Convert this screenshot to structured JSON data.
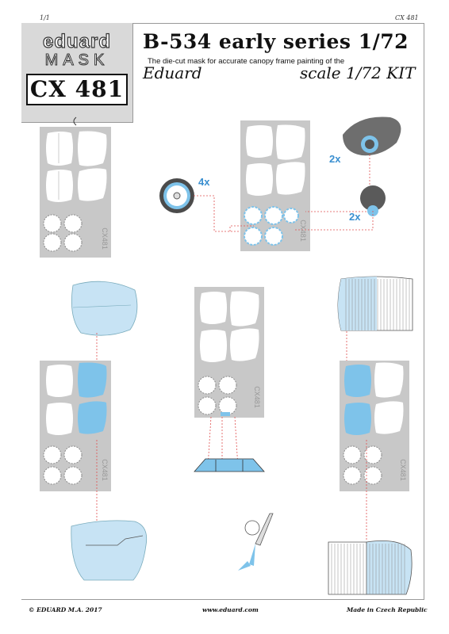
{
  "header": {
    "page_number": "1/1",
    "product_code_top": "CX 481",
    "brand": "eduard",
    "brand_line": "MASK",
    "product_code": "CX 481",
    "title": "B-534 early series  1/72",
    "subtitle": "The die-cut mask for accurate canopy frame painting of the",
    "kit_maker": "Eduard",
    "kit_scale": "scale 1/72 KIT"
  },
  "sheet_labels": {
    "code_on_sheet": "CX481",
    "qty_4x": "4x",
    "qty_2x_upper": "2x",
    "qty_2x_lower": "2x"
  },
  "footer": {
    "copyright": "© EDUARD  M.A. 2017",
    "website": "www.eduard.com",
    "origin": "Made in Czech Republic"
  },
  "colors": {
    "mask_sheet": "#c8c8c8",
    "mask_blue": "#7ec3ea",
    "light_blue": "#c7e3f4",
    "leader_red": "#e05050",
    "label_blue": "#3a8fd0"
  }
}
